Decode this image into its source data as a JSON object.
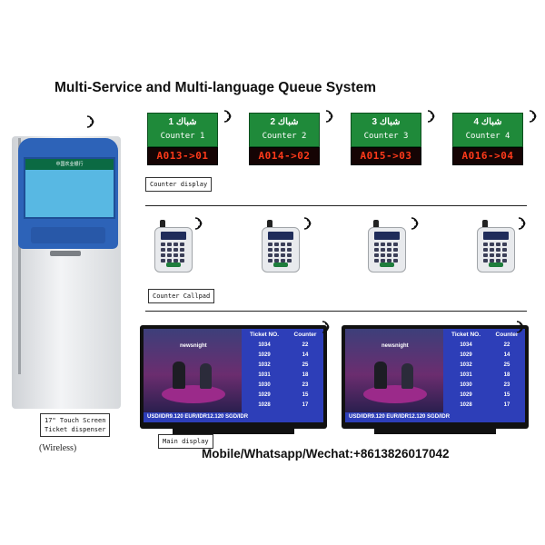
{
  "title": "Multi-Service and Multi-language Queue System",
  "kiosk": {
    "banner": "中国农业银行",
    "label_line1": "17\" Touch Screen",
    "label_line2": "Ticket dispenser",
    "wireless": "(Wireless)"
  },
  "counters": [
    {
      "arabic": "شباك 1",
      "name": "Counter 1",
      "led": "A013->01"
    },
    {
      "arabic": "شباك 2",
      "name": "Counter 2",
      "led": "A014->02"
    },
    {
      "arabic": "شباك 3",
      "name": "Counter 3",
      "led": "A015->03"
    },
    {
      "arabic": "شباك 4",
      "name": "Counter 4",
      "led": "A016->04"
    }
  ],
  "labels": {
    "counter_display": "Counter display",
    "counter_callpad": "Counter Callpad",
    "main_display": "Main display"
  },
  "main_display": {
    "col_ticket": "Ticket NO.",
    "col_counter": "Counter",
    "studio_logo": "newsnight",
    "rows": [
      {
        "ticket": "1034",
        "counter": "22"
      },
      {
        "ticket": "1029",
        "counter": "14"
      },
      {
        "ticket": "1032",
        "counter": "25"
      },
      {
        "ticket": "1031",
        "counter": "18"
      },
      {
        "ticket": "1030",
        "counter": "23"
      },
      {
        "ticket": "1029",
        "counter": "15"
      },
      {
        "ticket": "1028",
        "counter": "17"
      }
    ],
    "ticker": "USD/IDR9.120 EUR/IDR12.120 SGD/IDR"
  },
  "contact": "Mobile/Whatsapp/Wechat:+8613826017042",
  "colors": {
    "counter_green": "#1f8a3a",
    "led_red": "#ff3a1a",
    "kiosk_blue": "#2d63b8",
    "table_blue": "#2d3eb8"
  }
}
